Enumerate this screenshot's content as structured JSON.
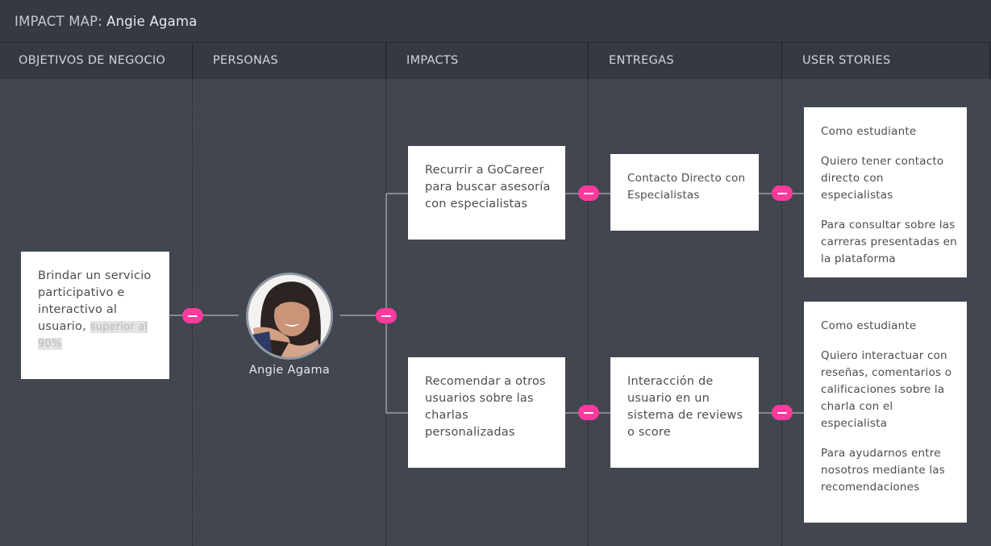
{
  "header": {
    "prefix": "IMPACT MAP:",
    "name": "Angie Agama"
  },
  "columns": [
    "OBJETIVOS DE NEGOCIO",
    "PERSONAS",
    "IMPACTS",
    "ENTREGAS",
    "USER STORIES"
  ],
  "goal": {
    "text": "Brindar un servicio participativo e interactivo al usuario,",
    "highlight": "superior al 90%"
  },
  "persona": {
    "name": "Angie Agama"
  },
  "impacts": [
    "Recurrir a GoCareer para buscar asesoría con especialistas",
    "Recomendar a otros usuarios sobre las charlas personalizadas"
  ],
  "deliverables": [
    "Contacto Directo con Especialistas",
    "Interacción de usuario en un sistema de reviews o score"
  ],
  "stories": [
    {
      "who": "Como estudiante",
      "want": "Quiero tener contacto directo con especialistas",
      "why": "Para consultar sobre las carreras presentadas en la plataforma"
    },
    {
      "who": "Como estudiante",
      "want": "Quiero interactuar con reseñas, comentarios o calificaciones sobre la charla con el especialista",
      "why": "Para ayudarnos entre nosotros mediante las recomendaciones"
    }
  ],
  "colors": {
    "background": "#41464f",
    "header": "#353941",
    "node": "#ff3a9d",
    "card": "#ffffff"
  },
  "icons": [
    "collapse-minus-icon"
  ]
}
